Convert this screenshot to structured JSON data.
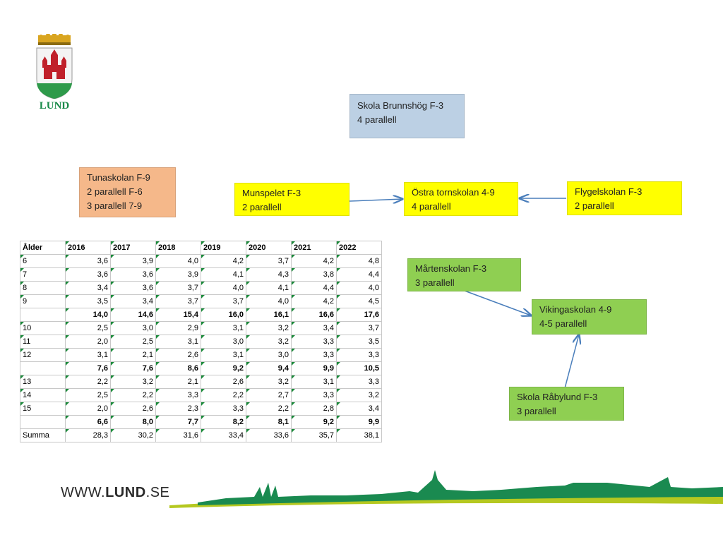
{
  "logo": {
    "text": "LUND"
  },
  "boxes": {
    "brunnshog": {
      "line1": "Skola Brunnshög F-3",
      "line2": "4 parallell"
    },
    "tunaskolan": {
      "line1": "Tunaskolan F-9",
      "line2": "2 parallell F-6",
      "line3": "3 parallell 7-9"
    },
    "munspelet": {
      "line1": "Munspelet F-3",
      "line2": "2 parallell"
    },
    "ostra": {
      "line1": "Östra tornskolan 4-9",
      "line2": "4 parallell"
    },
    "flygel": {
      "line1": "Flygelskolan F-3",
      "line2": "2 parallell"
    },
    "marten": {
      "line1": "Mårtenskolan F-3",
      "line2": "3 parallell"
    },
    "viking": {
      "line1": "Vikingaskolan 4-9",
      "line2": "4-5 parallell"
    },
    "rabylund": {
      "line1": "Skola Råbylund F-3",
      "line2": "3 parallell"
    }
  },
  "table": {
    "header": [
      "Ålder",
      "2016",
      "2017",
      "2018",
      "2019",
      "2020",
      "2021",
      "2022"
    ],
    "rows": [
      {
        "label": "6",
        "values": [
          "3,6",
          "3,9",
          "4,0",
          "4,2",
          "3,7",
          "4,2",
          "4,8"
        ],
        "bold": false
      },
      {
        "label": "7",
        "values": [
          "3,6",
          "3,6",
          "3,9",
          "4,1",
          "4,3",
          "3,8",
          "4,4"
        ],
        "bold": false
      },
      {
        "label": "8",
        "values": [
          "3,4",
          "3,6",
          "3,7",
          "4,0",
          "4,1",
          "4,4",
          "4,0"
        ],
        "bold": false
      },
      {
        "label": "9",
        "values": [
          "3,5",
          "3,4",
          "3,7",
          "3,7",
          "4,0",
          "4,2",
          "4,5"
        ],
        "bold": false
      },
      {
        "label": "",
        "values": [
          "14,0",
          "14,6",
          "15,4",
          "16,0",
          "16,1",
          "16,6",
          "17,6"
        ],
        "bold": true
      },
      {
        "label": "10",
        "values": [
          "2,5",
          "3,0",
          "2,9",
          "3,1",
          "3,2",
          "3,4",
          "3,7"
        ],
        "bold": false
      },
      {
        "label": "11",
        "values": [
          "2,0",
          "2,5",
          "3,1",
          "3,0",
          "3,2",
          "3,3",
          "3,5"
        ],
        "bold": false
      },
      {
        "label": "12",
        "values": [
          "3,1",
          "2,1",
          "2,6",
          "3,1",
          "3,0",
          "3,3",
          "3,3"
        ],
        "bold": false
      },
      {
        "label": "",
        "values": [
          "7,6",
          "7,6",
          "8,6",
          "9,2",
          "9,4",
          "9,9",
          "10,5"
        ],
        "bold": true
      },
      {
        "label": "13",
        "values": [
          "2,2",
          "3,2",
          "2,1",
          "2,6",
          "3,2",
          "3,1",
          "3,3"
        ],
        "bold": false
      },
      {
        "label": "14",
        "values": [
          "2,5",
          "2,2",
          "3,3",
          "2,2",
          "2,7",
          "3,3",
          "3,2"
        ],
        "bold": false
      },
      {
        "label": "15",
        "values": [
          "2,0",
          "2,6",
          "2,3",
          "3,3",
          "2,2",
          "2,8",
          "3,4"
        ],
        "bold": false
      },
      {
        "label": "",
        "values": [
          "6,6",
          "8,0",
          "7,7",
          "8,2",
          "8,1",
          "9,2",
          "9,9"
        ],
        "bold": true
      },
      {
        "label": "Summa",
        "values": [
          "28,3",
          "30,2",
          "31,6",
          "33,4",
          "33,6",
          "35,7",
          "38,1"
        ],
        "bold": false
      }
    ]
  },
  "footer": {
    "prefix": "WWW.",
    "bold": "LUND",
    "suffix": ".SE"
  },
  "colors": {
    "blue": "#bcd0e4",
    "orange": "#f5b88a",
    "yellow": "#ffff00",
    "green": "#8fcf52",
    "arrow": "#4a7ebb",
    "brand_green": "#1a8a4a"
  }
}
